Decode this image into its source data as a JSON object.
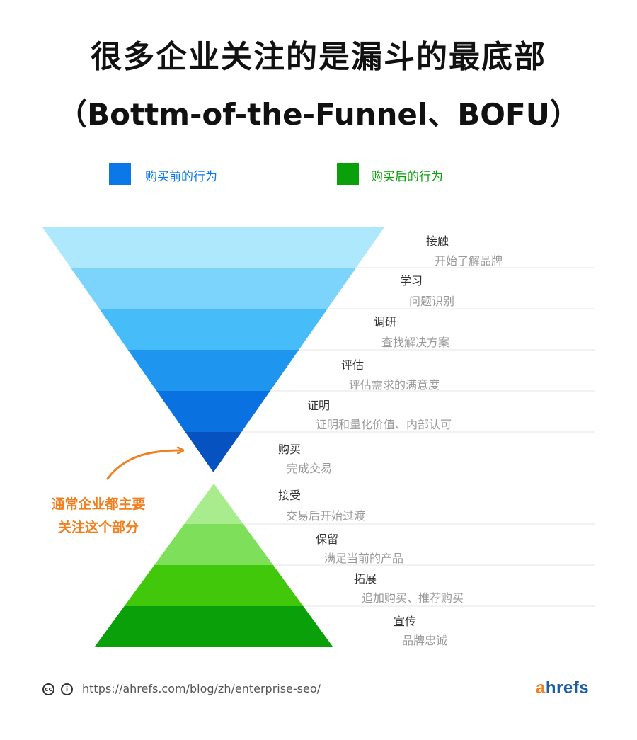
{
  "title": {
    "line1": "很多企业关注的是漏斗的最底部",
    "line2": "（Bottm-of-the-Funnel、BOFU）"
  },
  "legend": [
    {
      "label": "购买前的行为",
      "color": "#0a78e6"
    },
    {
      "label": "购买后的行为",
      "color": "#0aa00a"
    }
  ],
  "funnel": [
    {
      "title": "接触",
      "desc": "开始了解品牌",
      "color": "#ade8fc"
    },
    {
      "title": "学习",
      "desc": "问题识别",
      "color": "#7cd4fc"
    },
    {
      "title": "调研",
      "desc": "查找解决方案",
      "color": "#46bdf8"
    },
    {
      "title": "评估",
      "desc": "评估需求的满意度",
      "color": "#1e96f0"
    },
    {
      "title": "证明",
      "desc": "证明和量化价值、内部认可",
      "color": "#0a72e0"
    },
    {
      "title": "购买",
      "desc": "完成交易",
      "color": "#0652c0"
    }
  ],
  "pyramid": [
    {
      "title": "接受",
      "desc": "交易后开始过渡",
      "color": "#a8ec8e"
    },
    {
      "title": "保留",
      "desc": "满足当前的产品",
      "color": "#7ee05a"
    },
    {
      "title": "拓展",
      "desc": "追加购买、推荐购买",
      "color": "#42c80a"
    },
    {
      "title": "宣传",
      "desc": "品牌忠诚",
      "color": "#0aa00a"
    }
  ],
  "callout": {
    "line1": "通常企业都主要",
    "line2": "关注这个部分",
    "color": "#f08020"
  },
  "footer": {
    "icons": [
      "cc-icon",
      "attribution-icon"
    ],
    "url": "https://ahrefs.com/blog/zh/enterprise-seo/",
    "logo_a": "a",
    "logo_rest": "hrefs"
  }
}
